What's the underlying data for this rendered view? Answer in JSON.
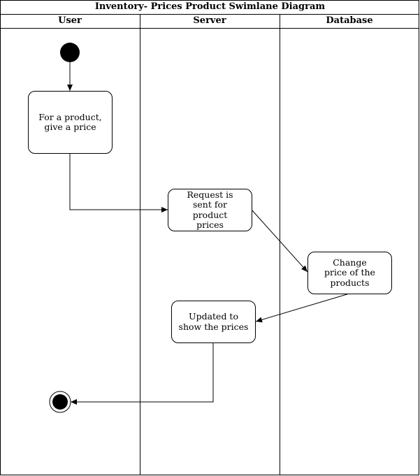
{
  "diagram": {
    "title": "Inventory- Prices Product Swimlane Diagram",
    "lanes": [
      {
        "label": "User"
      },
      {
        "label": "Server"
      },
      {
        "label": "Database"
      }
    ],
    "nodes": {
      "give_price": "For a product,\ngive a price",
      "request_sent": "Request is\nsent for\nproduct\nprices",
      "change_price": "Change\nprice of the\nproducts",
      "updated": "Updated to\nshow the prices"
    },
    "colors": {
      "stroke": "#000000",
      "background": "#ffffff"
    }
  }
}
